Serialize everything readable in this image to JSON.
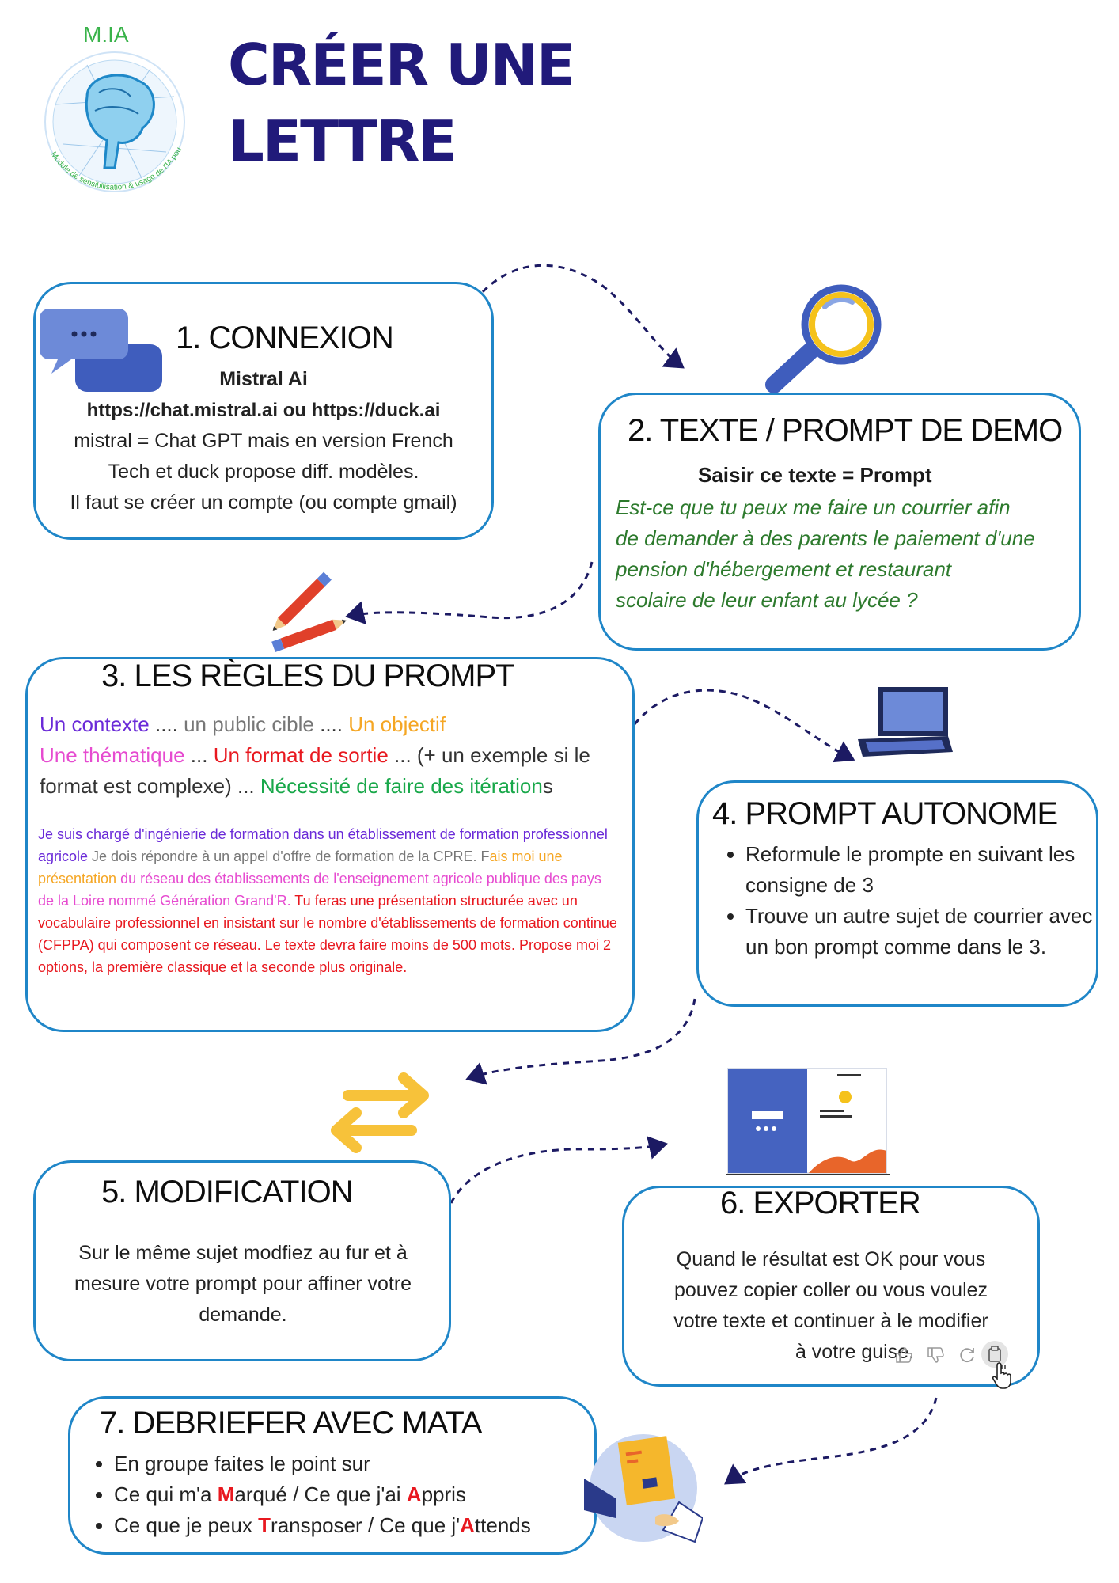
{
  "logo": {
    "label": "M.IA",
    "ring_text": "Module de sensibilisation & usage de l'IA pour l'EA"
  },
  "title": {
    "line1": "CRÉER UNE",
    "line2": "LETTRE"
  },
  "step1": {
    "heading": "1. CONNEXION",
    "subtitle": "Mistral Ai",
    "urls": "https://chat.mistral.ai ou https://duck.ai",
    "line1": "mistral = Chat GPT mais en version French",
    "line2": "Tech et duck propose diff. modèles.",
    "line3": "Il faut se créer un compte (ou compte gmail)"
  },
  "step2": {
    "heading": "2. TEXTE / PROMPT DE DEMO",
    "subtitle": "Saisir ce texte = Prompt",
    "prompt_lines": [
      "Est-ce que tu peux me faire un courrier afin",
      "de demander à des parents le paiement d'une",
      "pension d'hébergement et restaurant",
      "scolaire de leur enfant au lycée ?"
    ]
  },
  "step3": {
    "heading": "3. LES RÈGLES DU PROMPT",
    "rules": {
      "contexte": "Un contexte",
      "sep1": " .... ",
      "public": "un public cible",
      "sep2": " .... ",
      "objectif": "Un objectif",
      "thematique": "Une thématique",
      "sep3": " ... ",
      "format": "Un format de sortie",
      "sep4": " ... (+ un exemple si le format est complexe) ... ",
      "iterations": "Nécessité de faire des itération",
      "iterations_end": "s"
    },
    "example": {
      "p1": "Je suis chargé d'ingénierie de formation dans un établissement de formation professionnel agricole",
      "p2": " Je dois répondre à un appel d'offre de formation de la CPRE. F",
      "p3": "ais moi une présentation",
      "p4": " du réseau des établissements de l'enseignement agricole publique des pays de la Loire nommé Génération Grand'R.",
      "p5": " Tu feras une présentation structurée avec un vocabulaire professionnel en insistant sur le nombre d'établissements de formation continue (CFPPA) qui composent ce réseau. Le texte devra faire moins de 500 mots. Propose moi 2 options, la première classique et la seconde plus originale."
    }
  },
  "step4": {
    "heading": "4. PROMPT AUTONOME",
    "bullets": [
      "Reformule le prompte en suivant les consigne de 3",
      "Trouve un autre sujet de courrier avec un bon prompt comme dans le 3."
    ]
  },
  "step5": {
    "heading": "5. MODIFICATION",
    "text": "Sur le même sujet modfiez au fur et à mesure votre prompt pour affiner votre demande."
  },
  "step6": {
    "heading": "6. EXPORTER",
    "line1": "Quand le résultat est OK pour vous",
    "line2": "pouvez copier coller ou vous voulez",
    "line3": "votre texte et continuer à le modifier",
    "line4": "à votre guise."
  },
  "step7": {
    "heading": "7.  DEBRIEFER AVEC  MATA",
    "b1": "En groupe faites le point sur",
    "b2a": "Ce qui m'a ",
    "b2M": "M",
    "b2b": "arqué / Ce que j'ai ",
    "b2A": "A",
    "b2c": "ppris",
    "b3a": "Ce que je peux ",
    "b3T": "T",
    "b3b": "ransposer / Ce que j'",
    "b3A": "A",
    "b3c": "ttends"
  },
  "colors": {
    "title": "#211a7a",
    "box_border": "#1f86c8",
    "arrow": "#1c1a63",
    "contexte": "#6a2ad8",
    "public": "#777777",
    "objectif": "#f5a623",
    "thematique": "#e64bd0",
    "format": "#e8181f",
    "iterations": "#19a84a",
    "prompt_demo": "#2d7a2d",
    "highlight": "#e8181f"
  }
}
